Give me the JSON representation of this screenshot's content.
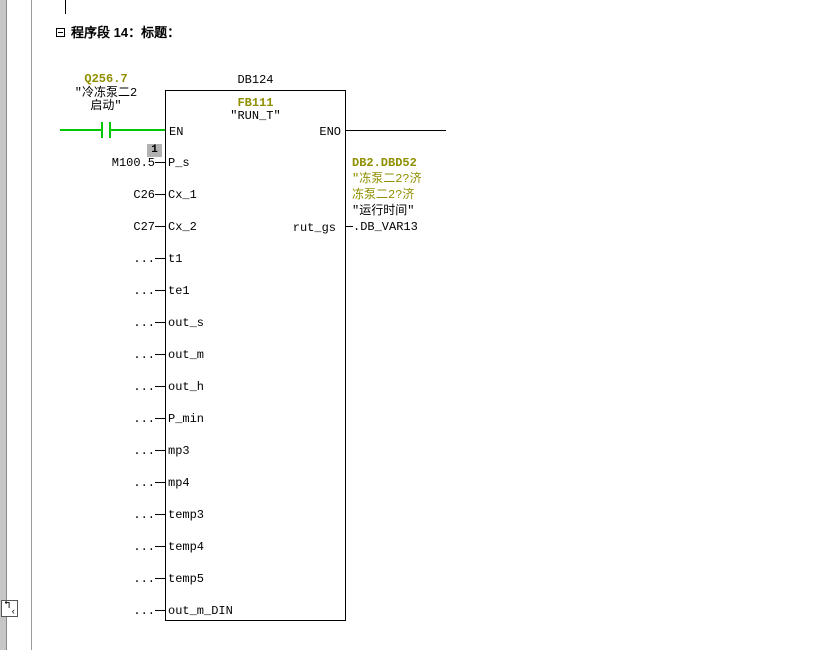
{
  "colors": {
    "symbol_olive": "#8f8f00",
    "power_green": "#00c800",
    "chrome_gray": "#c6c6c6"
  },
  "network_header": {
    "title": "程序段 14：标题："
  },
  "contact": {
    "address": "Q256.7",
    "symbol_line1": "\"冷冻泵二2",
    "symbol_line2": "启动\"",
    "monitor_value": "1"
  },
  "block": {
    "instance_db": "DB124",
    "type": "FB111",
    "name": "\"RUN_T\"",
    "en": "EN",
    "eno": "ENO",
    "output_pin": "rut_gs",
    "inputs": [
      {
        "pin": "P_s",
        "operand": "M100.5"
      },
      {
        "pin": "Cx_1",
        "operand": "C26"
      },
      {
        "pin": "Cx_2",
        "operand": "C27"
      },
      {
        "pin": "t1",
        "operand": "..."
      },
      {
        "pin": "te1",
        "operand": "..."
      },
      {
        "pin": "out_s",
        "operand": "..."
      },
      {
        "pin": "out_m",
        "operand": "..."
      },
      {
        "pin": "out_h",
        "operand": "..."
      },
      {
        "pin": "P_min",
        "operand": "..."
      },
      {
        "pin": "mp3",
        "operand": "..."
      },
      {
        "pin": "mp4",
        "operand": "..."
      },
      {
        "pin": "temp3",
        "operand": "..."
      },
      {
        "pin": "temp4",
        "operand": "..."
      },
      {
        "pin": "temp5",
        "operand": "..."
      },
      {
        "pin": "out_m_DIN",
        "operand": "..."
      }
    ],
    "output": {
      "address": "DB2.DBD52",
      "symbol_line1": "\"冻泵二2?济",
      "symbol_line2": "冻泵二2?济",
      "symbol_line3": "\"运行时间\"",
      "operand": ".DB_VAR13"
    }
  },
  "corner_button": {
    "arrow": "↰",
    "chevron": "‹"
  }
}
